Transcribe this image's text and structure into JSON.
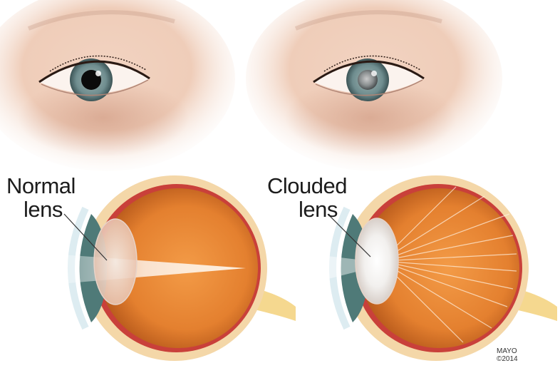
{
  "labels": {
    "normal": {
      "line1": "Normal",
      "line2": "lens"
    },
    "clouded": {
      "line1": "Clouded",
      "line2": "lens"
    }
  },
  "credit": {
    "line1": "MAYO",
    "line2": "©2014"
  },
  "colors": {
    "skin": "#efd0bf",
    "iris": "#6f8d8f",
    "eyeball_interior": "#e88a3a",
    "sclera_rim": "#f6dcae",
    "lens_clear": "#f3eae0",
    "lens_clouded": "#ffffff"
  }
}
